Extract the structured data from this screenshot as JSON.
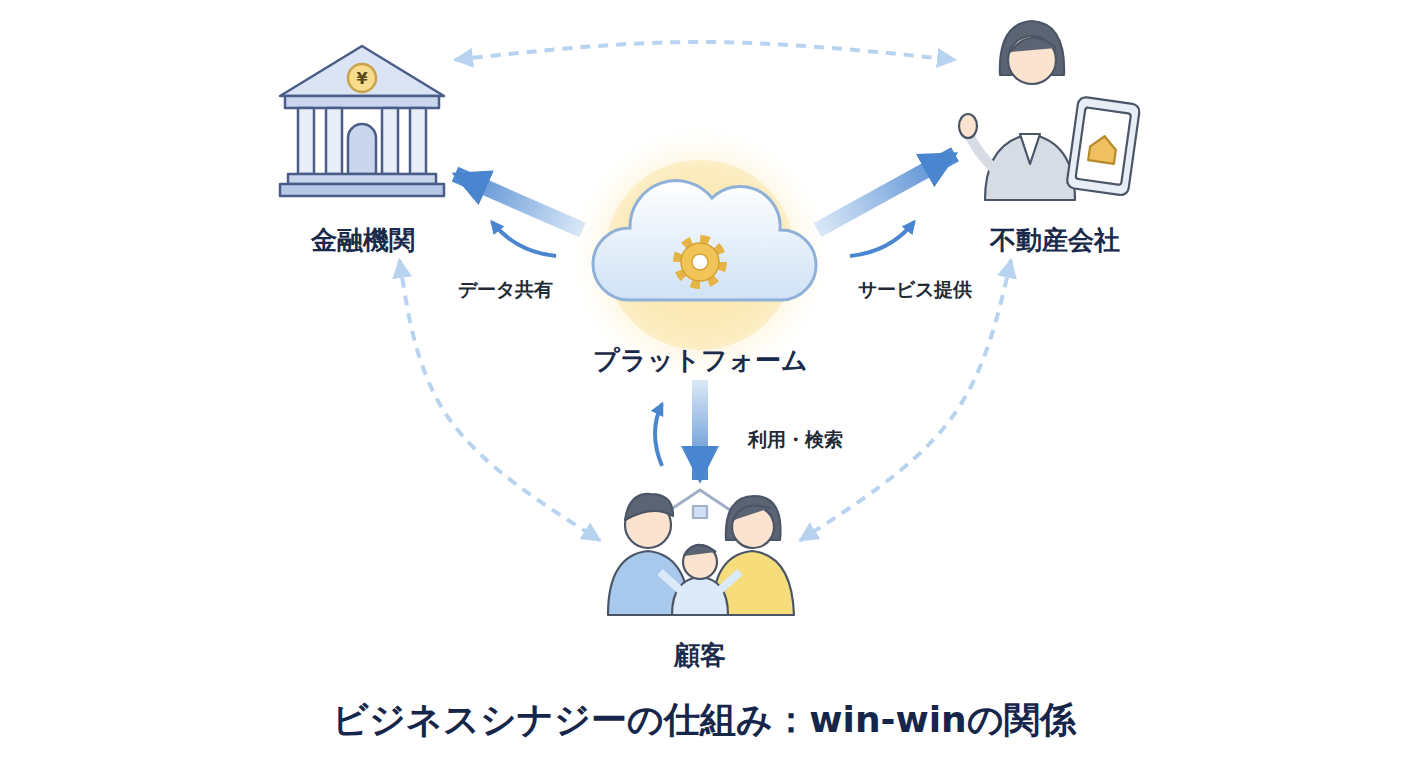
{
  "diagram": {
    "title": "ビジネスシナジーの仕組み：win-winの関係",
    "nodes": [
      {
        "text": [
          "金融機関"
        ]
      },
      {
        "text": [
          "不動産会社"
        ]
      },
      {
        "text": [
          "プラットフォーム"
        ]
      },
      {
        "text": [
          "顧客"
        ]
      }
    ],
    "edges": [
      {
        "from": 2,
        "to": 0,
        "label": "データ共有",
        "arrow": "to"
      },
      {
        "from": 2,
        "to": 1,
        "label": "サービス提供",
        "arrow": "to"
      },
      {
        "from": 2,
        "to": 3,
        "label": "利用・検索",
        "arrow": "to"
      },
      {
        "from": 0,
        "to": 1,
        "arrow": "both"
      },
      {
        "from": 0,
        "to": 3,
        "arrow": "both"
      },
      {
        "from": 1,
        "to": 3,
        "arrow": "both"
      }
    ],
    "labels": [
      "¥"
    ]
  }
}
